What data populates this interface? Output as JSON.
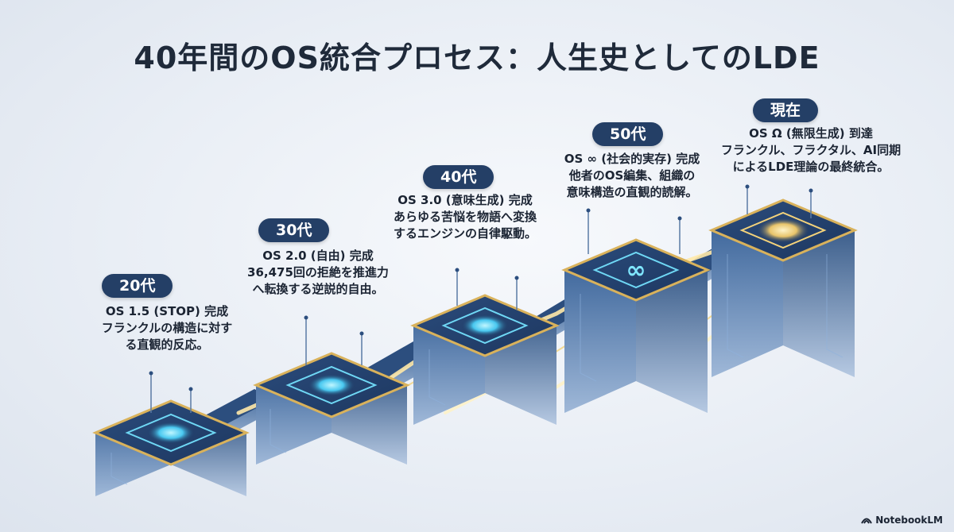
{
  "title": "40年間のOS統合プロセス：人生史としてのLDE",
  "stages": [
    {
      "label": "20代",
      "lines": "OS 1.5 (STOP) 完成\nフランクルの構造に対す\nる直観的反応。"
    },
    {
      "label": "30代",
      "lines": "OS 2.0 (自由) 完成\n36,475回の拒絶を推進力\nへ転換する逆説的自由。"
    },
    {
      "label": "40代",
      "lines": "OS 3.0 (意味生成) 完成\nあらゆる苦悩を物語へ変換\nするエンジンの自律駆動。"
    },
    {
      "label": "50代",
      "lines": "OS ∞ (社会的実存) 完成\n他者のOS編集、組織の\n意味構造の直観的読解。"
    },
    {
      "label": "現在",
      "lines": "OS Ω (無限生成) 到達\nフランクル、フラクタル、AI同期\nによるLDE理論の最終統合。"
    }
  ],
  "center_symbol": "∞",
  "brand": "NotebookLM",
  "colors": {
    "block_top": "#2c4e7e",
    "block_side": "#3a6aa6",
    "gold": "#d9b25b",
    "glow": "#7fe6ff",
    "label_bg": "#243f66"
  }
}
